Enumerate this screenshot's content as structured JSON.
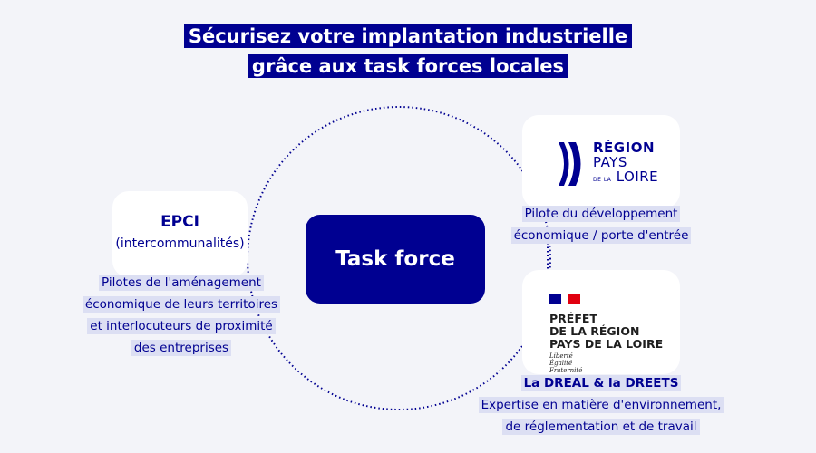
{
  "title": {
    "line1": "Sécurisez votre implantation industrielle",
    "line2": "grâce aux task forces locales"
  },
  "center": {
    "label": "Task force"
  },
  "epci": {
    "title": "EPCI",
    "subtitle": "(intercommunalités)",
    "description": [
      "Pilotes de l'aménagement",
      "économique de leurs territoires",
      "et interlocuteurs de proximité",
      "des entreprises"
    ]
  },
  "region": {
    "logo_text": [
      "RÉGION",
      "PAYS",
      "DE LA",
      "LOIRE"
    ],
    "description": [
      "Pilote du développement",
      "économique / porte d'entrée"
    ]
  },
  "prefet": {
    "logo_text": [
      "PRÉFET",
      "DE LA RÉGION",
      "PAYS DE LA LOIRE"
    ],
    "motto": [
      "Liberté",
      "Égalité",
      "Fraternité"
    ],
    "title": "La DREAL & la DREETS",
    "description": [
      "Expertise en matière d'environnement,",
      "de réglementation et de travail"
    ]
  },
  "colors": {
    "primary": "#000091",
    "background": "#f3f4f9",
    "highlight": "#dcdff3"
  }
}
